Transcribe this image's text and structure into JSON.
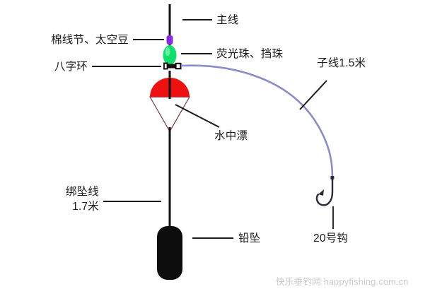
{
  "diagram": {
    "title": "fishing-rig-diagram",
    "background_color": "#ffffff",
    "labels": {
      "main_line": "主线",
      "cotton_knot_bean": "棉线节、太空豆",
      "fluorescent_bead": "荧光珠、挡珠",
      "swivel": "八字环",
      "leader_line": "子线1.5米",
      "underwater_float": "水中漂",
      "sinker_line_name": "绑坠线",
      "sinker_line_length": "1.7米",
      "lead_sinker": "铅坠",
      "hook": "20号钩"
    },
    "watermark": "快乐垂钓网 happyfishing.com.cn",
    "colors": {
      "line_black": "#111111",
      "bead_green": "#13dd6b",
      "bead_purple": "#8a2be2",
      "float_red": "#ee1111",
      "leader_purple": "#8b8bc8",
      "text": "#1a1a1a",
      "watermark": "#c9c9cf"
    },
    "components": [
      {
        "name": "main-line",
        "kind": "vertical-line",
        "color": "#111111"
      },
      {
        "name": "space-bean",
        "kind": "bead",
        "color": "#8a2be2"
      },
      {
        "name": "fluorescent-bead",
        "kind": "bead",
        "color": "#13dd6b"
      },
      {
        "name": "swivel",
        "kind": "connector",
        "color": "#111111"
      },
      {
        "name": "underwater-float",
        "kind": "float",
        "color": "#ee1111"
      },
      {
        "name": "leader-line",
        "kind": "curve",
        "color": "#8b8bc8"
      },
      {
        "name": "fish-hook",
        "kind": "hook",
        "color": "#222233"
      },
      {
        "name": "lead-sinker",
        "kind": "weight",
        "color": "#0d0d0d"
      }
    ]
  }
}
